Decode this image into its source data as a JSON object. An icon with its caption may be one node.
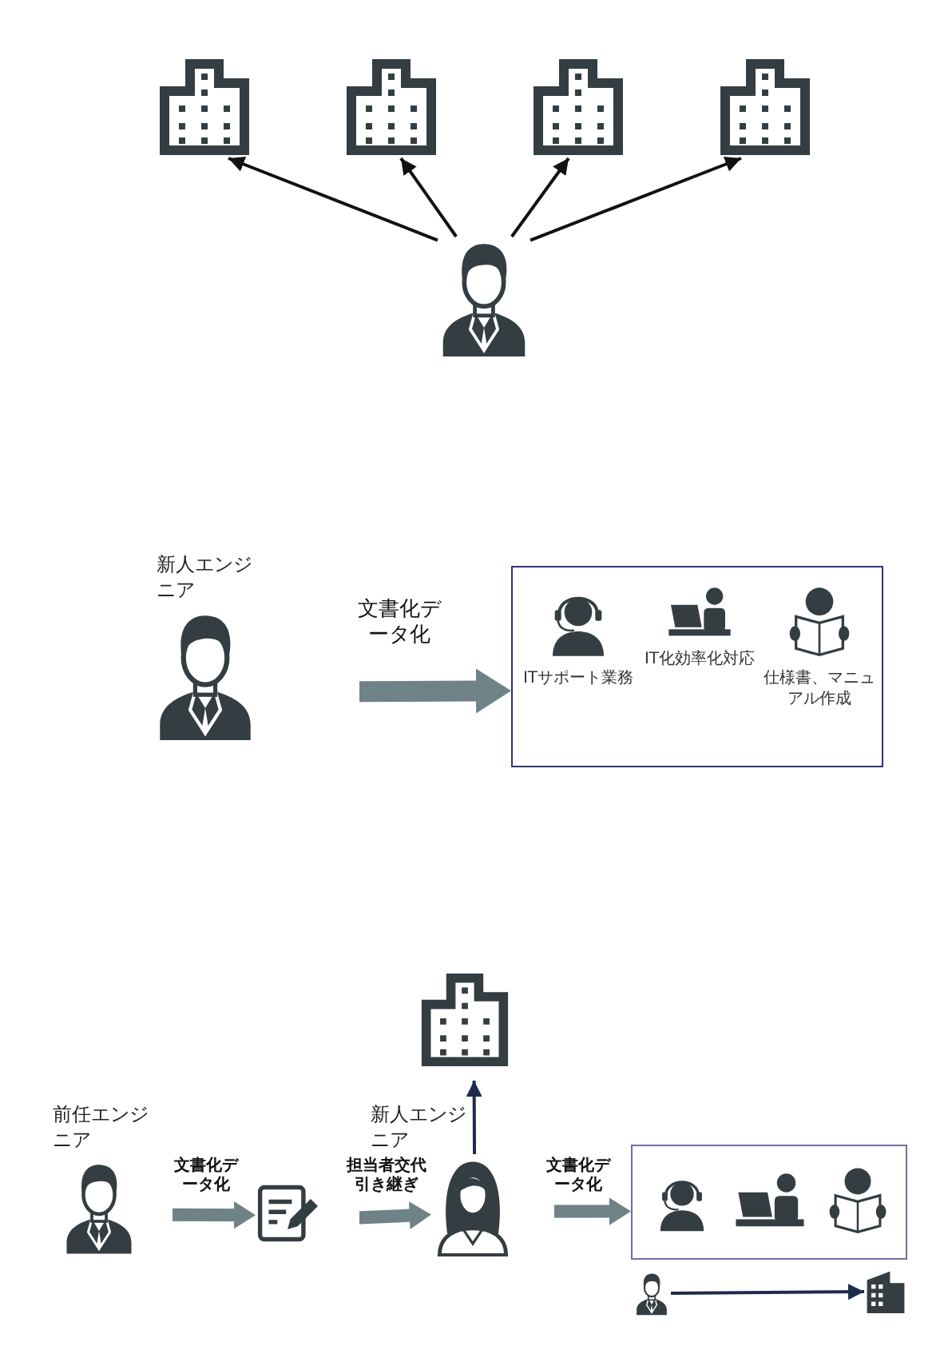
{
  "diagram": {
    "nodes": [
      {
        "text": [],
        "shape": "building"
      },
      {
        "text": [],
        "shape": "building"
      },
      {
        "text": [],
        "shape": "building"
      },
      {
        "text": [],
        "shape": "building"
      },
      {
        "text": [],
        "shape": "person"
      },
      {
        "text": [],
        "shape": "person",
        "beside": [
          "新人エンジニア"
        ]
      },
      {
        "text": [],
        "shape": "box"
      },
      {
        "text": [
          "ITサポート業務"
        ],
        "in": 6
      },
      {
        "text": [
          "IT化効率化対応"
        ],
        "in": 6
      },
      {
        "text": [
          "仕様書、マニュアル作成"
        ],
        "in": 6
      },
      {
        "text": [],
        "shape": "person",
        "beside": [
          "前任エンジニア"
        ]
      },
      {
        "text": [],
        "shape": "document"
      },
      {
        "text": [],
        "shape": "person",
        "beside": [
          "新人エンジニア"
        ]
      },
      {
        "text": [],
        "shape": "building"
      },
      {
        "text": [],
        "shape": "box"
      },
      {
        "text": [],
        "shape": "person",
        "in": 14
      },
      {
        "text": [],
        "shape": "person",
        "in": 14
      },
      {
        "text": [],
        "shape": "person",
        "in": 14
      },
      {
        "text": [],
        "shape": "person"
      },
      {
        "text": [],
        "shape": "building"
      }
    ],
    "edges": [
      {
        "from": 4,
        "to": 0,
        "arrow": "to"
      },
      {
        "from": 4,
        "to": 1,
        "arrow": "to"
      },
      {
        "from": 4,
        "to": 2,
        "arrow": "to"
      },
      {
        "from": 4,
        "to": 3,
        "arrow": "to"
      },
      {
        "from": 5,
        "to": 6,
        "arrow": "to",
        "label": "文書化データ化",
        "style": "thick",
        "color": "#6e8288"
      },
      {
        "from": 10,
        "to": 11,
        "arrow": "to",
        "label": "文書化データ化",
        "style": "thick",
        "color": "#6e8288"
      },
      {
        "from": 11,
        "to": 12,
        "arrow": "to",
        "label": "担当者交代引き継ぎ",
        "style": "thick",
        "color": "#6e8288"
      },
      {
        "from": 12,
        "to": 13,
        "arrow": "to",
        "color": "#1f2b4d"
      },
      {
        "from": 12,
        "to": 14,
        "arrow": "to",
        "label": "文書化データ化",
        "style": "thick",
        "color": "#6e8288"
      },
      {
        "from": 18,
        "to": 19,
        "arrow": "to",
        "color": "#1f2b4d"
      }
    ]
  }
}
